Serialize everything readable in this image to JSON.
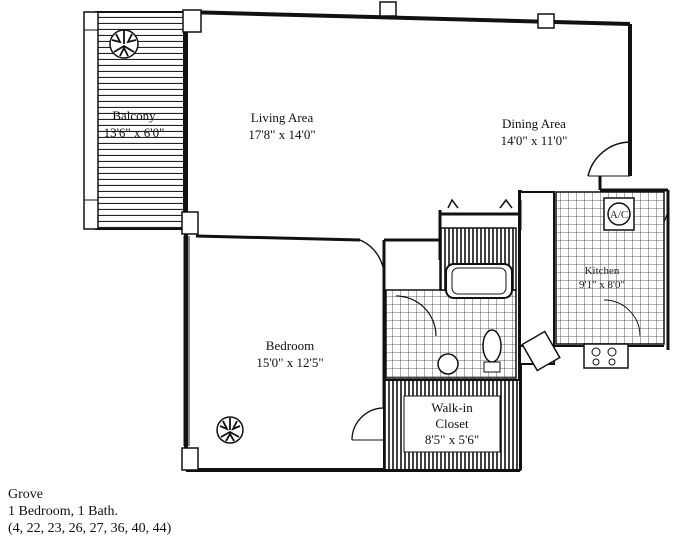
{
  "rooms": {
    "balcony": {
      "name": "Balcony",
      "dims": "13'6\" x 6'0\""
    },
    "living": {
      "name": "Living Area",
      "dims": "17'8\" x 14'0\""
    },
    "dining": {
      "name": "Dining Area",
      "dims": "14'0\" x 11'0\""
    },
    "kitchen": {
      "name": "Kitchen",
      "dims": "9'1\" x 8'0\""
    },
    "bedroom": {
      "name": "Bedroom",
      "dims": "15'0\" x 12'5\""
    },
    "closet": {
      "name_line1": "Walk-in",
      "name_line2": "Closet",
      "dims": "8'5\" x 5'6\""
    }
  },
  "fixtures": {
    "ac": "A/C"
  },
  "caption": {
    "model": "Grove",
    "type": "1 Bedroom, 1 Bath.",
    "units": "(4, 22, 23, 26, 27, 36, 40, 44)"
  }
}
